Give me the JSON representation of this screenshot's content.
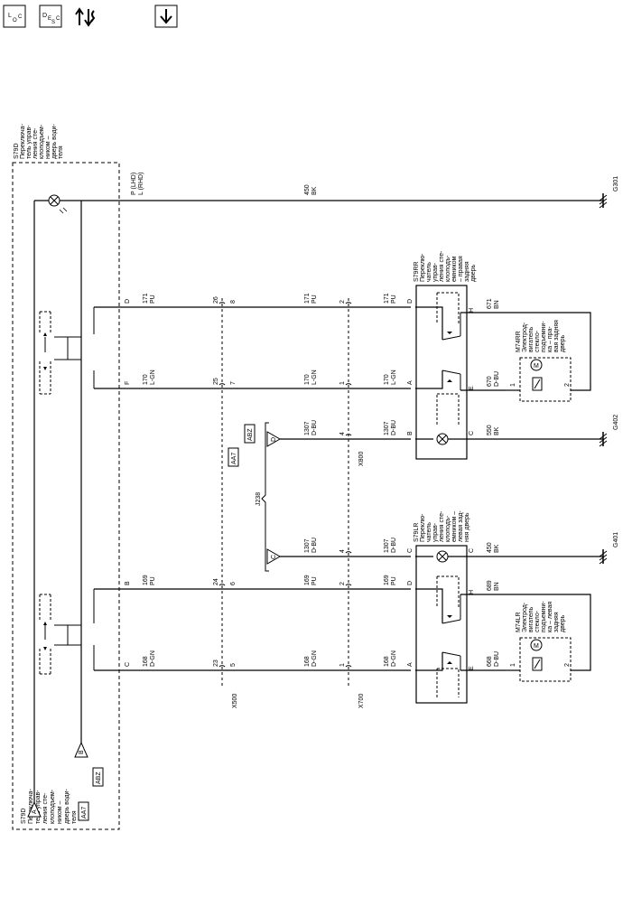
{
  "toolbar": {
    "loc_label": "LOC",
    "desc_label": "DESC",
    "btn_aa7": "AA7",
    "btn_abz": "ABZ"
  },
  "grounds": {
    "g301": "G301",
    "g402": "G402",
    "g401": "G401"
  },
  "wires": {
    "w450_top": {
      "num": "450",
      "col": "BK"
    },
    "plhd": "P (LHD)",
    "lrhd": "L (RHD)",
    "w171_a": {
      "num": "171",
      "col": "PU"
    },
    "w171_b": {
      "num": "171",
      "col": "PU"
    },
    "w171_c": {
      "num": "171",
      "col": "PU"
    },
    "w170_a": {
      "num": "170",
      "col": "L-GN"
    },
    "w170_b": {
      "num": "170",
      "col": "L-GN"
    },
    "w170_c": {
      "num": "170",
      "col": "L-GN"
    },
    "w1307_a": {
      "num": "1307",
      "col": "D-BU"
    },
    "w1307_b": {
      "num": "1307",
      "col": "D-BU"
    },
    "w1307_c": {
      "num": "1307",
      "col": "D-BU"
    },
    "w1307_d": {
      "num": "1307",
      "col": "D-BU"
    },
    "w169_a": {
      "num": "169",
      "col": "PU"
    },
    "w169_b": {
      "num": "169",
      "col": "PU"
    },
    "w169_c": {
      "num": "169",
      "col": "PU"
    },
    "w168_a": {
      "num": "168",
      "col": "D-GN"
    },
    "w168_b": {
      "num": "168",
      "col": "D-GN"
    },
    "w168_c": {
      "num": "168",
      "col": "D-GN"
    },
    "w671": {
      "num": "671",
      "col": "BN"
    },
    "w670": {
      "num": "670",
      "col": "D-BU"
    },
    "w550": {
      "num": "550",
      "col": "BK"
    },
    "w689": {
      "num": "689",
      "col": "BN"
    },
    "w668": {
      "num": "668",
      "col": "D-BU"
    },
    "w450_mid": {
      "num": "450",
      "col": "BK"
    }
  },
  "connectors": {
    "x500": "X500",
    "x700": "X700",
    "x800": "X800",
    "j238": "J238",
    "x500_pins": {
      "p26": "26",
      "p8": "8",
      "p25": "25",
      "p7": "7",
      "p24": "24",
      "p6": "6",
      "p23": "23",
      "p5": "5"
    },
    "x700_pins": {
      "p2": "2",
      "p1": "1",
      "p4": "4",
      "p2b": "2",
      "p1b": "1"
    },
    "x800_pin4": "4"
  },
  "pins": {
    "s79d": {
      "d": "D",
      "f": "F",
      "b": "B",
      "c": "C"
    },
    "s79rr": {
      "d": "D",
      "a": "A",
      "b": "B",
      "h": "H",
      "e": "E",
      "c": "C"
    },
    "s79lr": {
      "c": "C",
      "d": "D",
      "a": "A",
      "h": "H",
      "e": "E"
    },
    "m74rr": {
      "p1": "1",
      "p2": "2"
    },
    "m74lr": {
      "p1": "1",
      "p2": "2"
    },
    "arrow_a": "A",
    "arrow_b": "B",
    "arrow_c": "C",
    "arrow_d": "D"
  },
  "components": {
    "s79d_top": [
      "S79D",
      "Переключа-",
      "тель управ-",
      "ления сте-",
      "клоподъем-",
      "ником –",
      "дверь води-",
      "теля"
    ],
    "s79d_bottom": [
      "S79D",
      "Переключа-",
      "тель управ-",
      "ления сте-",
      "клоподъем-",
      "ником –",
      "дверь води-",
      "теля"
    ],
    "s79rr": [
      "S79RR",
      "Переклю-",
      "чатель",
      "управ-",
      "ления сте-",
      "клоподъ-",
      "емником",
      "– правая",
      "задняя",
      "дверь"
    ],
    "s79lr": [
      "S79LR",
      "Переклю-",
      "чатель",
      "управ-",
      "ления сте-",
      "клоподъ-",
      "емником –",
      "левая зад-",
      "няя дверь"
    ],
    "m74rr": [
      "M74RR",
      "Электрод-",
      "вигатель",
      "стекло-",
      "подъемни-",
      "ка – пра-",
      "вая задняя",
      "дверь"
    ],
    "m74lr": [
      "M74LR",
      "Электрод-",
      "вигатель",
      "стекло-",
      "подъемни-",
      "ка – левая",
      "задняя",
      "дверь"
    ]
  }
}
